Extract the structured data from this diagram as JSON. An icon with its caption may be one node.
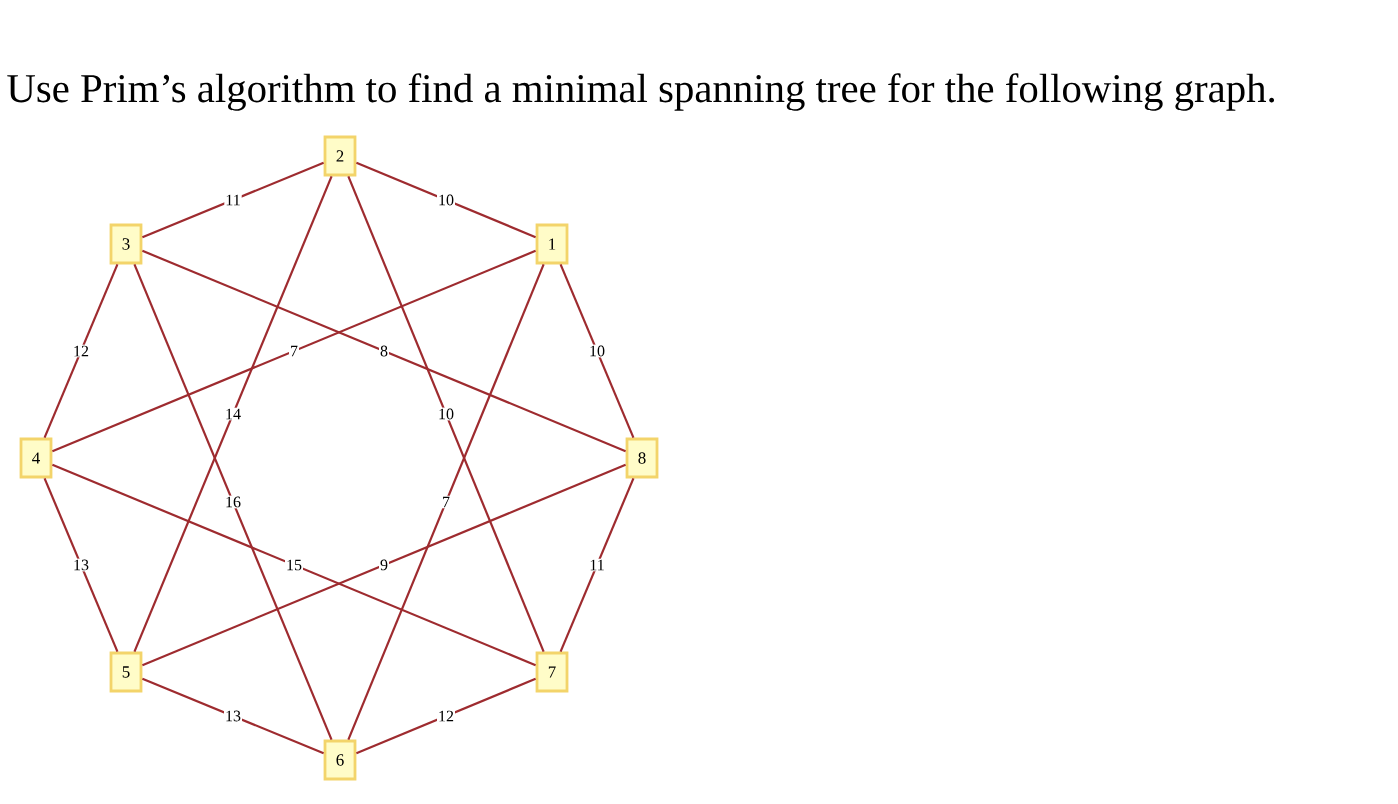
{
  "diagram": {
    "title": "Use Prim’s algorithm to find a minimal spanning tree for the following graph.",
    "nodes": [
      {
        "text": [
          "2"
        ]
      },
      {
        "text": [
          "3"
        ]
      },
      {
        "text": [
          "1"
        ]
      },
      {
        "text": [
          "4"
        ]
      },
      {
        "text": [
          "8"
        ]
      },
      {
        "text": [
          "5"
        ]
      },
      {
        "text": [
          "7"
        ]
      },
      {
        "text": [
          "6"
        ]
      }
    ],
    "edges": [
      {
        "from": 2,
        "to": 0,
        "arrow": "none",
        "label": "10"
      },
      {
        "from": 0,
        "to": 1,
        "arrow": "none",
        "label": "11"
      },
      {
        "from": 1,
        "to": 3,
        "arrow": "none",
        "label": "12"
      },
      {
        "from": 3,
        "to": 5,
        "arrow": "none",
        "label": "13"
      },
      {
        "from": 5,
        "to": 7,
        "arrow": "none",
        "label": "13"
      },
      {
        "from": 7,
        "to": 6,
        "arrow": "none",
        "label": "12"
      },
      {
        "from": 6,
        "to": 4,
        "arrow": "none",
        "label": "11"
      },
      {
        "from": 4,
        "to": 2,
        "arrow": "none",
        "label": "10"
      },
      {
        "from": 0,
        "to": 5,
        "arrow": "none",
        "label": "14"
      },
      {
        "from": 0,
        "to": 6,
        "arrow": "none",
        "label": "10"
      },
      {
        "from": 1,
        "to": 4,
        "arrow": "none",
        "label": "8"
      },
      {
        "from": 1,
        "to": 7,
        "arrow": "none",
        "label": "16"
      },
      {
        "from": 2,
        "to": 3,
        "arrow": "none",
        "label": "7"
      },
      {
        "from": 2,
        "to": 7,
        "arrow": "none",
        "label": "7"
      },
      {
        "from": 3,
        "to": 6,
        "arrow": "none",
        "label": "15"
      },
      {
        "from": 5,
        "to": 4,
        "arrow": "none",
        "label": "9"
      }
    ]
  }
}
